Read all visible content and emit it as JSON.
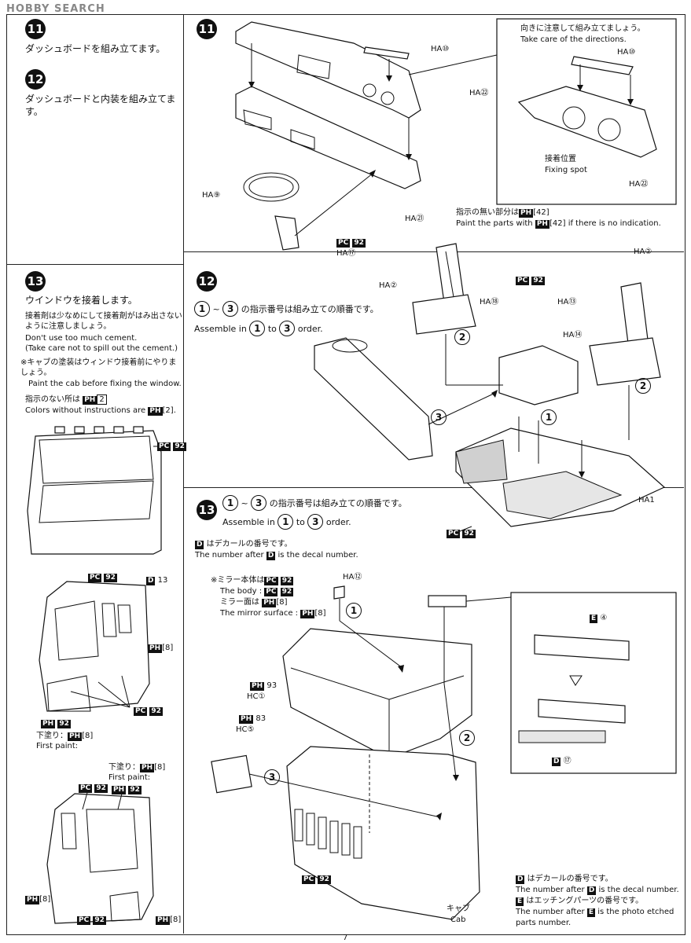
{
  "watermark": "HOBBY SEARCH",
  "page_number": "7",
  "left": {
    "s11": {
      "num": "11",
      "text": "ダッシュボードを組み立てます。"
    },
    "s12": {
      "num": "12",
      "text": "ダッシュボードと内装を組み立てます。"
    },
    "s13": {
      "num": "13",
      "title": "ウインドウを接着します。",
      "note_jp": "接着剤は少なめにして接着剤がはみ出さないように注意しましょう。",
      "note_en1": "Don't use too much cement.",
      "note_en2": "(Take care not to spill out the cement.)",
      "paint_jp": "※キャブの塗装はウィンドウ接着前にやりましょう。",
      "paint_en": "Paint the cab before fixing the window.",
      "noins_jp": "指示のない所は",
      "noins_code": "2",
      "noins_en": "Colors without instructions are",
      "pc92": "92",
      "ph8": "8",
      "d13": "13",
      "ph92": "92",
      "first_jp": "下塗り：",
      "first_en": "First paint:",
      "first_code": "8"
    }
  },
  "right": {
    "s11": {
      "num": "11",
      "ha10": "HA⑩",
      "ha22": "HA㉒",
      "ha9": "HA⑨",
      "ha21": "HA㉑",
      "ha17": "HA⑰",
      "pc92": "92",
      "inset_jp": "向きに注意して組み立てましょう。",
      "inset_en": "Take care of the directions.",
      "inset_ha10": "HA⑩",
      "inset_ha22": "HA㉒",
      "fix_jp": "接着位置",
      "fix_en": "Fixing spot",
      "noind_jp": "指示の無い部分は",
      "noind_code": "42",
      "noind_en1": "Paint the parts with",
      "noind_en2": "if there is no indication."
    },
    "s12": {
      "num": "12",
      "order_jp": "の指示番号は組み立ての順番です。",
      "assemble": "Assemble in",
      "to": "to",
      "order": "order.",
      "n1": "1",
      "n3": "3",
      "n2": "2",
      "ha2a": "HA②",
      "ha2b": "HA②",
      "ha18": "HA⑱",
      "ha13": "HA⑬",
      "ha14": "HA⑭",
      "ha1": "HA1",
      "pc92a": "92",
      "pc92b": "92"
    },
    "s13": {
      "num": "13",
      "order_jp": "の指示番号は組み立ての順番です。",
      "assemble": "Assemble in",
      "to": "to",
      "order": "order.",
      "decal_jp": "はデカールの番号です。",
      "decal_en_a": "The number after",
      "decal_en_b": "is the decal number.",
      "mirror_jp": "※ミラー本体は",
      "body_en": "The body :",
      "mirror_face_jp": "ミラー面は",
      "mirror_en": "The mirror surface :",
      "ha12": "HA⑫",
      "hc1": "HC①",
      "hc5": "HC⑤",
      "ph93": "93",
      "ph83": "83",
      "e4": "④",
      "d17": "⑰",
      "cab_jp": "キャブ",
      "cab_en": "Cab",
      "foot1_jp": "はデカールの番号です。",
      "foot1_en": "is the decal number.",
      "foot2_jp": "はエッチングパーツの番号です。",
      "foot2_en_a": "is the photo etched",
      "foot2_en_b": "parts number.",
      "the_number_after": "The number after",
      "D": "D",
      "E": "E"
    }
  }
}
